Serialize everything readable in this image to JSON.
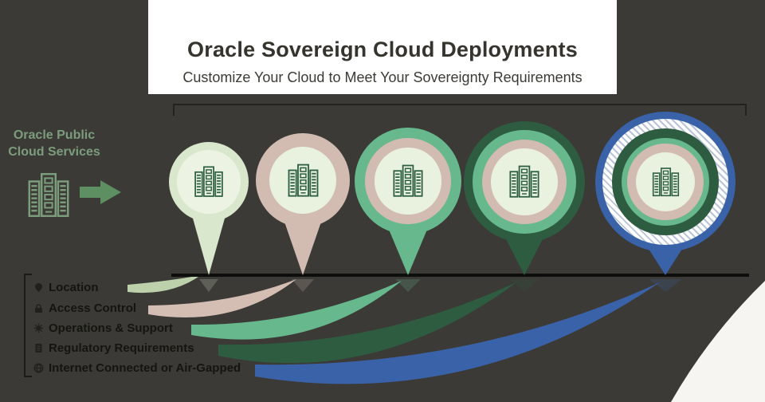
{
  "header": {
    "title": "Oracle Sovereign Cloud Deployments",
    "subtitle": "Customize Your Cloud to Meet Your Sovereignty Requirements"
  },
  "left_legend": {
    "label": "Oracle Public Cloud Services"
  },
  "legend": {
    "items": [
      {
        "label": "Location",
        "color": "#bcd1ab",
        "icon": "location-pin-icon"
      },
      {
        "label": "Access Control",
        "color": "#d4bdb2",
        "icon": "lock-icon"
      },
      {
        "label": "Operations & Support",
        "color": "#67b88c",
        "icon": "gear-icon"
      },
      {
        "label": "Regulatory Requirements",
        "color": "#2e5c41",
        "icon": "document-icon"
      },
      {
        "label": "Internet Connected or Air-Gapped",
        "color": "#3a62a8",
        "icon": "globe-icon"
      }
    ]
  },
  "pins": [
    {
      "name": "deployment-tier-1",
      "rings": [
        {
          "color": "#d9e7cd",
          "f": 1.0
        },
        {
          "color": "#ecf3e2",
          "f": 0.8
        }
      ]
    },
    {
      "name": "deployment-tier-2",
      "rings": [
        {
          "color": "#d2bbb0",
          "f": 1.0
        },
        {
          "color": "#e9f1df",
          "f": 0.72
        }
      ]
    },
    {
      "name": "deployment-tier-3",
      "rings": [
        {
          "color": "#67b88c",
          "f": 1.0
        },
        {
          "color": "#d2bbb0",
          "f": 0.8
        },
        {
          "color": "#e9f1df",
          "f": 0.62
        }
      ]
    },
    {
      "name": "deployment-tier-4",
      "rings": [
        {
          "color": "#2d5c40",
          "f": 1.0
        },
        {
          "color": "#67b88c",
          "f": 0.85
        },
        {
          "color": "#d2bbb0",
          "f": 0.7
        },
        {
          "color": "#e9f1df",
          "f": 0.55
        }
      ]
    },
    {
      "name": "deployment-tier-5",
      "rings": [
        {
          "color": "#3a62a8",
          "f": 1.0
        },
        {
          "color": "hatch",
          "f": 0.9
        },
        {
          "color": "#2d5c40",
          "f": 0.76
        },
        {
          "color": "#67b88c",
          "f": 0.63
        },
        {
          "color": "#d2bbb0",
          "f": 0.54
        },
        {
          "color": "#e9f1df",
          "f": 0.42
        }
      ]
    }
  ],
  "colors": {
    "background": "#3b3a36",
    "panel": "#ffffff",
    "baseline": "#0d0d0b",
    "bracket": "#23221e",
    "datacenter_icon": "#2d5f42",
    "left_legend_text": "#7c9d7c",
    "legend_text": "#15150f",
    "hatch": "#b9c4d8",
    "corner_swoosh": "#f7f5f2",
    "left_arrow": "#5d8f63"
  }
}
